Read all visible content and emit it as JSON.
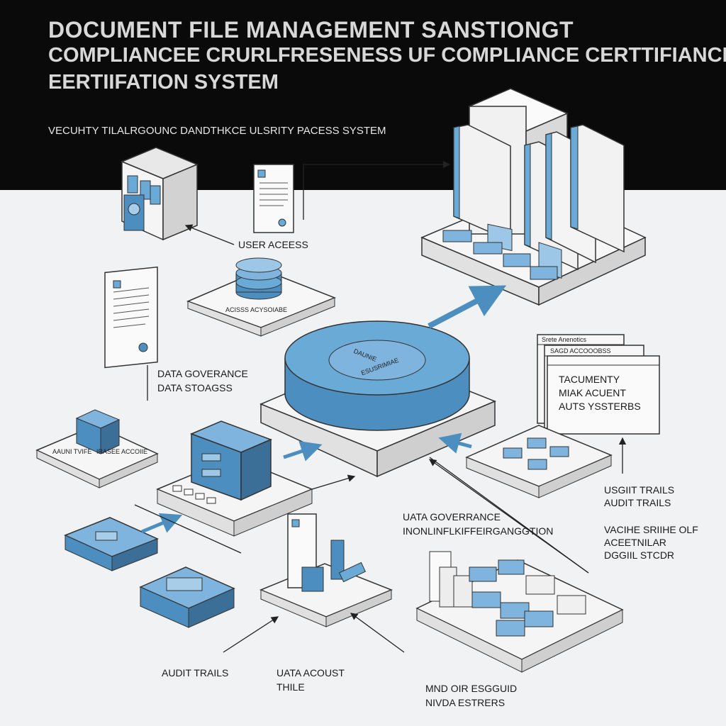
{
  "title": {
    "line1": "DOCUMENT FILE MANAGEMENT SANSTIONGT",
    "line2": "COMPLIANCEE CRURLFRESENESS UF COMPLIANCE CERTTIFIANCE",
    "line3": "EERTIIFATION SYSTEM"
  },
  "subtitle": "VECUHTY TILALRGOUNC DANDTHKCE ULSRITY PACESS SYSTEM",
  "labels": {
    "user_access": "USER ACEESS",
    "acess_storage": "ACISSS ACYSOIABE",
    "data_governance_1": "DATA GOVERANCE",
    "data_storage": "DATA STOAGSS",
    "small_platform_1": "AAUNI TVIFE",
    "small_platform_2": "IRASEE ACCOIIE",
    "core_line1": "DAUNIE",
    "core_line2": "ESUSRIMIAE",
    "uata_governance": "UATA GOVERRANCE",
    "inonl_line": "INONLINFLKIFFEIRGANGGTION",
    "audit_trails_left": "AUDIT TRAILS",
    "uata_acoust": "UATA ACOUST",
    "thile": "THILE",
    "mnd_line1": "MND OIR ESGGUID",
    "mnd_line2": "NIVDA ESTRERS",
    "usgiit_trails": "USGIIT TRAILS",
    "audit_trails_right": "AUDIT TRAILS",
    "vacihe_line1": "VACIHE SRIIHE OLF",
    "vacihe_line2": "ACEETNILAR",
    "vacihe_line3": "DGGIIL STCDR",
    "window_back_title": "Srete Anenotics",
    "window_mid_title": "SAGD ACCOOOBSS",
    "window_front_line1": "TACUMENTY",
    "window_front_line2": "MIAK ACUENT",
    "window_front_line3": "AUTS YSSTERBS"
  },
  "colors": {
    "accent_blue": "#6aaad6",
    "dark_blue": "#3c6f98",
    "header_bg": "#0a0a0a",
    "platform": "#eeeeee"
  }
}
